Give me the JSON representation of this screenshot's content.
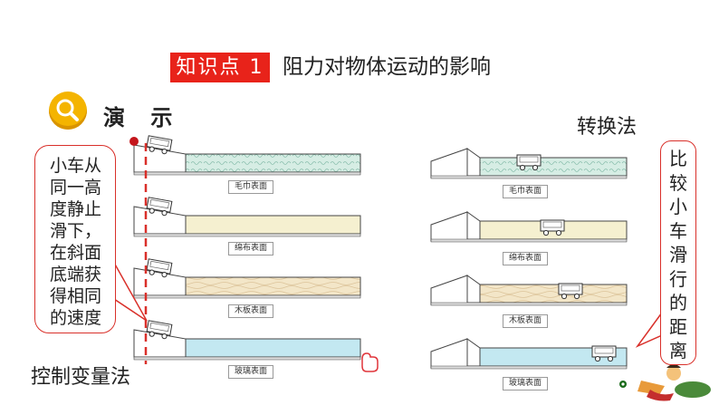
{
  "header": {
    "badge": "知识点 1",
    "title": "阻力对物体运动的影响"
  },
  "demo": {
    "label": "演 示",
    "icon": "magnifier-icon"
  },
  "left_note": {
    "lines": [
      "小车从",
      "同一高",
      "度静止",
      "滑下，",
      "在斜面",
      "底端获",
      "得相同",
      "的速度"
    ]
  },
  "right_note": {
    "chars": [
      "比",
      "较",
      "小",
      "车",
      "滑",
      "行",
      "的",
      "距",
      "离"
    ]
  },
  "methods": {
    "left_bottom": "控制变量法",
    "right_top": "转换法"
  },
  "surfaces": [
    "毛巾表面",
    "绵布表面",
    "木板表面",
    "玻璃表面"
  ],
  "colors": {
    "accent": "#e8231a",
    "towel": "#cfe9e0",
    "cloth": "#f4efcf",
    "wood": "#f1e3c4",
    "glass": "#bfe6ef"
  }
}
